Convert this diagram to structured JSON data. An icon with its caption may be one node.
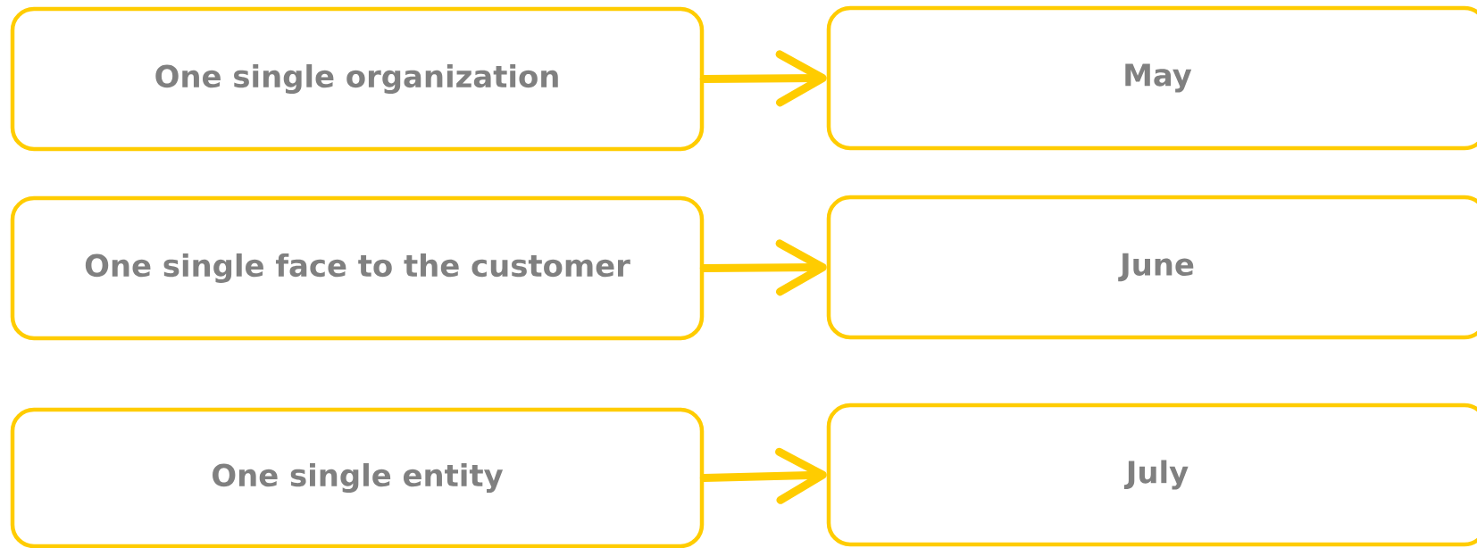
{
  "diagram": {
    "nodes": [
      {
        "text": [
          "One single organization"
        ]
      },
      {
        "text": [
          "May"
        ]
      },
      {
        "text": [
          "One single face to the customer"
        ]
      },
      {
        "text": [
          "June"
        ]
      },
      {
        "text": [
          "One single entity"
        ]
      },
      {
        "text": [
          "July"
        ]
      }
    ],
    "edges": [
      {
        "from": 0,
        "to": 1,
        "arrow": "to"
      },
      {
        "from": 2,
        "to": 3,
        "arrow": "to"
      },
      {
        "from": 4,
        "to": 5,
        "arrow": "to"
      }
    ]
  }
}
